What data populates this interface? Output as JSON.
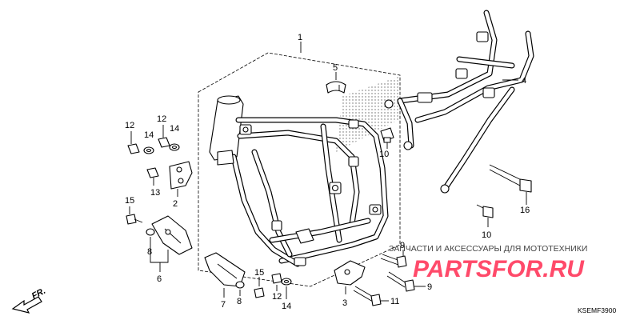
{
  "callouts": {
    "c1": "1",
    "c2": "2",
    "c3": "3",
    "c4": "4",
    "c5": "5",
    "c6": "6",
    "c7": "7",
    "c8a": "8",
    "c8b": "8",
    "c9a": "9",
    "c9b": "9",
    "c10a": "10",
    "c10b": "10",
    "c11": "11",
    "c12a": "12",
    "c12b": "12",
    "c12c": "12",
    "c13": "13",
    "c14a": "14",
    "c14b": "14",
    "c14c": "14",
    "c15a": "15",
    "c15b": "15",
    "c16": "16"
  },
  "front_indicator": "FR.",
  "watermark": {
    "tagline": "ЗАПЧАСТИ И АКСЕССУАРЫ ДЛЯ МОТОТЕХНИКИ",
    "logo_text": "PARTSFOR.RU"
  },
  "diagram_code": "KSEMF3900"
}
